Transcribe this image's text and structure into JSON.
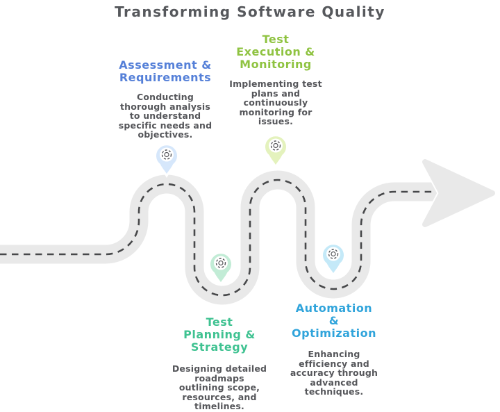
{
  "title": "Transforming Software Quality",
  "colors": {
    "title_text": "#56585c",
    "body_text": "#55565a",
    "road": "#e9e9e9",
    "road_casing": "#ffffff",
    "road_dash": "#47484a",
    "pin_ring": "#55565a"
  },
  "road": {
    "direction_icon": "arrow-right-icon",
    "style": "winding-road-with-dashed-center-line"
  },
  "milestones": [
    {
      "id": "assessment-requirements",
      "title": "Assessment &\nRequirements",
      "title_color": "#5580d8",
      "description": "Conducting\nthorough analysis\nto understand\nspecific needs and\nobjectives.",
      "pin_color": "#d6e7fb",
      "pin_icon": "location-pin-icon"
    },
    {
      "id": "test-execution-monitoring",
      "title": "Test\nExecution &\nMonitoring",
      "title_color": "#8fc341",
      "description": "Implementing test\nplans and\ncontinuously\nmonitoring for\nissues.",
      "pin_color": "#e4f2bd",
      "pin_icon": "location-pin-icon"
    },
    {
      "id": "test-planning-strategy",
      "title": "Test\nPlanning &\nStrategy",
      "title_color": "#3fc291",
      "description": "Designing detailed\nroadmaps\noutlining scope,\nresources, and\ntimelines.",
      "pin_color": "#c2ecd6",
      "pin_icon": "location-pin-icon"
    },
    {
      "id": "automation-optimization",
      "title": "Automation\n&\nOptimization",
      "title_color": "#30a4db",
      "description": "Enhancing\nefficiency and\naccuracy through\nadvanced\ntechniques.",
      "pin_color": "#c4e9f8",
      "pin_icon": "location-pin-icon"
    }
  ]
}
